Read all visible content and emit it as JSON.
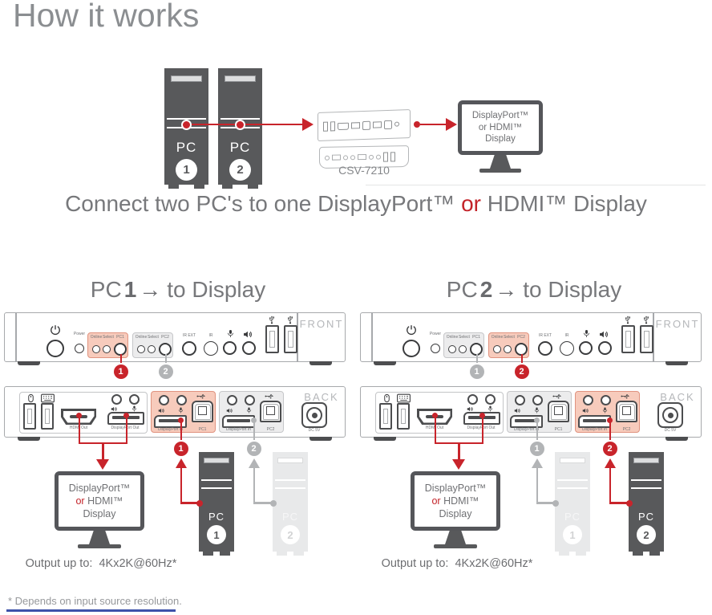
{
  "title": "How it works",
  "top": {
    "towers": [
      {
        "label": "PC",
        "num": "1"
      },
      {
        "label": "PC",
        "num": "2"
      }
    ],
    "device_label": "CSV-7210",
    "monitor_lines": [
      "DisplayPort™",
      "or HDMI™",
      "Display"
    ]
  },
  "caption": {
    "before_or": "Connect two PC's to one DisplayPort™",
    "or": " or ",
    "after_or": "HDMI™ Display"
  },
  "columns": [
    {
      "heading_pc": "PC",
      "heading_num": "1",
      "heading_arrow": "→",
      "heading_rest": "to Display"
    },
    {
      "heading_pc": "PC",
      "heading_num": "2",
      "heading_arrow": "→",
      "heading_rest": "to Display"
    }
  ],
  "front_panel": {
    "name": "FRONT",
    "power_led_label": "Power",
    "group1": {
      "l1": "Online",
      "l2": "Select",
      "l3": "PC1"
    },
    "group2": {
      "l1": "Online",
      "l2": "Select",
      "l3": "PC2"
    },
    "ir_ext": "IR EXT",
    "ir": "IR"
  },
  "back_panel": {
    "name": "BACK",
    "hdmi_out": "HDMI Out",
    "dp_out": "DisplayPort Out",
    "dp_in": "DisplayPort In",
    "pc1": "PC1",
    "pc2": "PC2",
    "dc": "DC 5V"
  },
  "callouts": {
    "one": "1",
    "two": "2"
  },
  "bottom": {
    "monitor_line1": "DisplayPort™",
    "monitor_or": "or",
    "monitor_line2_rest": " HDMI™",
    "monitor_line3": "Display",
    "output_label": "Output up to:  4Kx2K@60Hz*",
    "tower_label": "PC",
    "tower1_num": "1",
    "tower2_num": "2"
  },
  "footnote": "* Depends on input source resolution.",
  "colors": {
    "accent_red": "#c8242b",
    "highlight_salmon": "#f7cbbc",
    "inactive_gray": "#b2b4b6",
    "tower_dark": "#58595b",
    "text_gray": "#77787b"
  }
}
